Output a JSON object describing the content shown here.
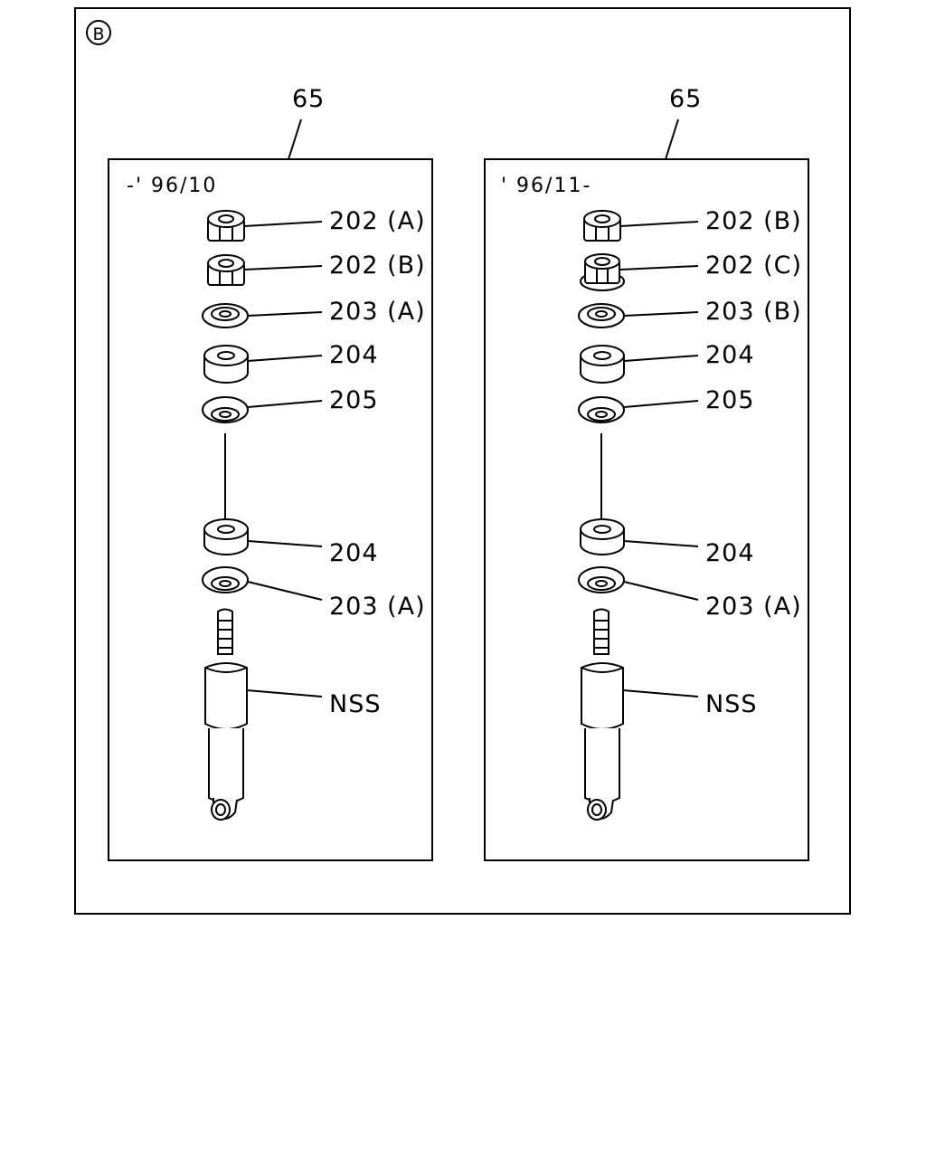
{
  "section_marker": "B",
  "panels": [
    {
      "id": "left",
      "assembly_number": "65",
      "date_range": "-' 96/10",
      "parts": [
        {
          "key": "nut_top",
          "label": "202 (A)"
        },
        {
          "key": "nut_second",
          "label": "202 (B)"
        },
        {
          "key": "washer_top",
          "label": "203 (A)"
        },
        {
          "key": "bushing_top",
          "label": "204"
        },
        {
          "key": "retainer",
          "label": "205"
        },
        {
          "key": "bushing_bottom",
          "label": "204"
        },
        {
          "key": "washer_bottom",
          "label": "203 (A)"
        },
        {
          "key": "shock_absorber",
          "label": "NSS"
        }
      ]
    },
    {
      "id": "right",
      "assembly_number": "65",
      "date_range": "' 96/11-",
      "parts": [
        {
          "key": "nut_top",
          "label": "202 (B)"
        },
        {
          "key": "nut_second",
          "label": "202 (C)"
        },
        {
          "key": "washer_top",
          "label": "203 (B)"
        },
        {
          "key": "bushing_top",
          "label": "204"
        },
        {
          "key": "retainer",
          "label": "205"
        },
        {
          "key": "bushing_bottom",
          "label": "204"
        },
        {
          "key": "washer_bottom",
          "label": "203 (A)"
        },
        {
          "key": "shock_absorber",
          "label": "NSS"
        }
      ]
    }
  ]
}
